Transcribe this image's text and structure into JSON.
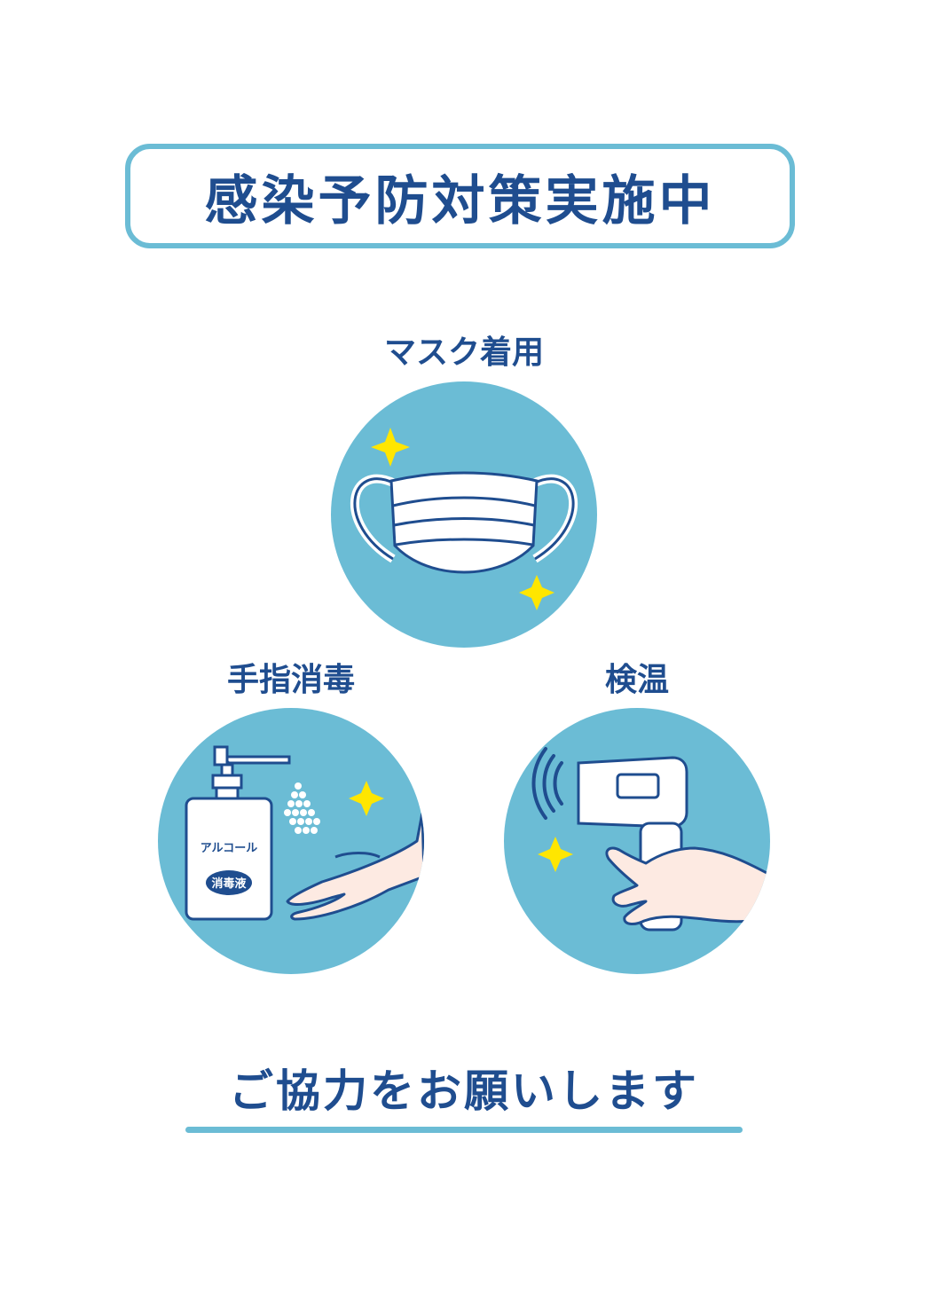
{
  "title": "感染予防対策実施中",
  "items": [
    {
      "label": "マスク着用",
      "icon": "mask-icon"
    },
    {
      "label": "手指消毒",
      "icon": "sanitizer-icon"
    },
    {
      "label": "検温",
      "icon": "thermometer-icon"
    }
  ],
  "bottle": {
    "line1": "アルコール",
    "line2": "消毒液"
  },
  "footer": "ご協力をお願いします",
  "colors": {
    "accent": "#6bbcd5",
    "text": "#1f4d8f",
    "sparkle": "#ffe600"
  }
}
